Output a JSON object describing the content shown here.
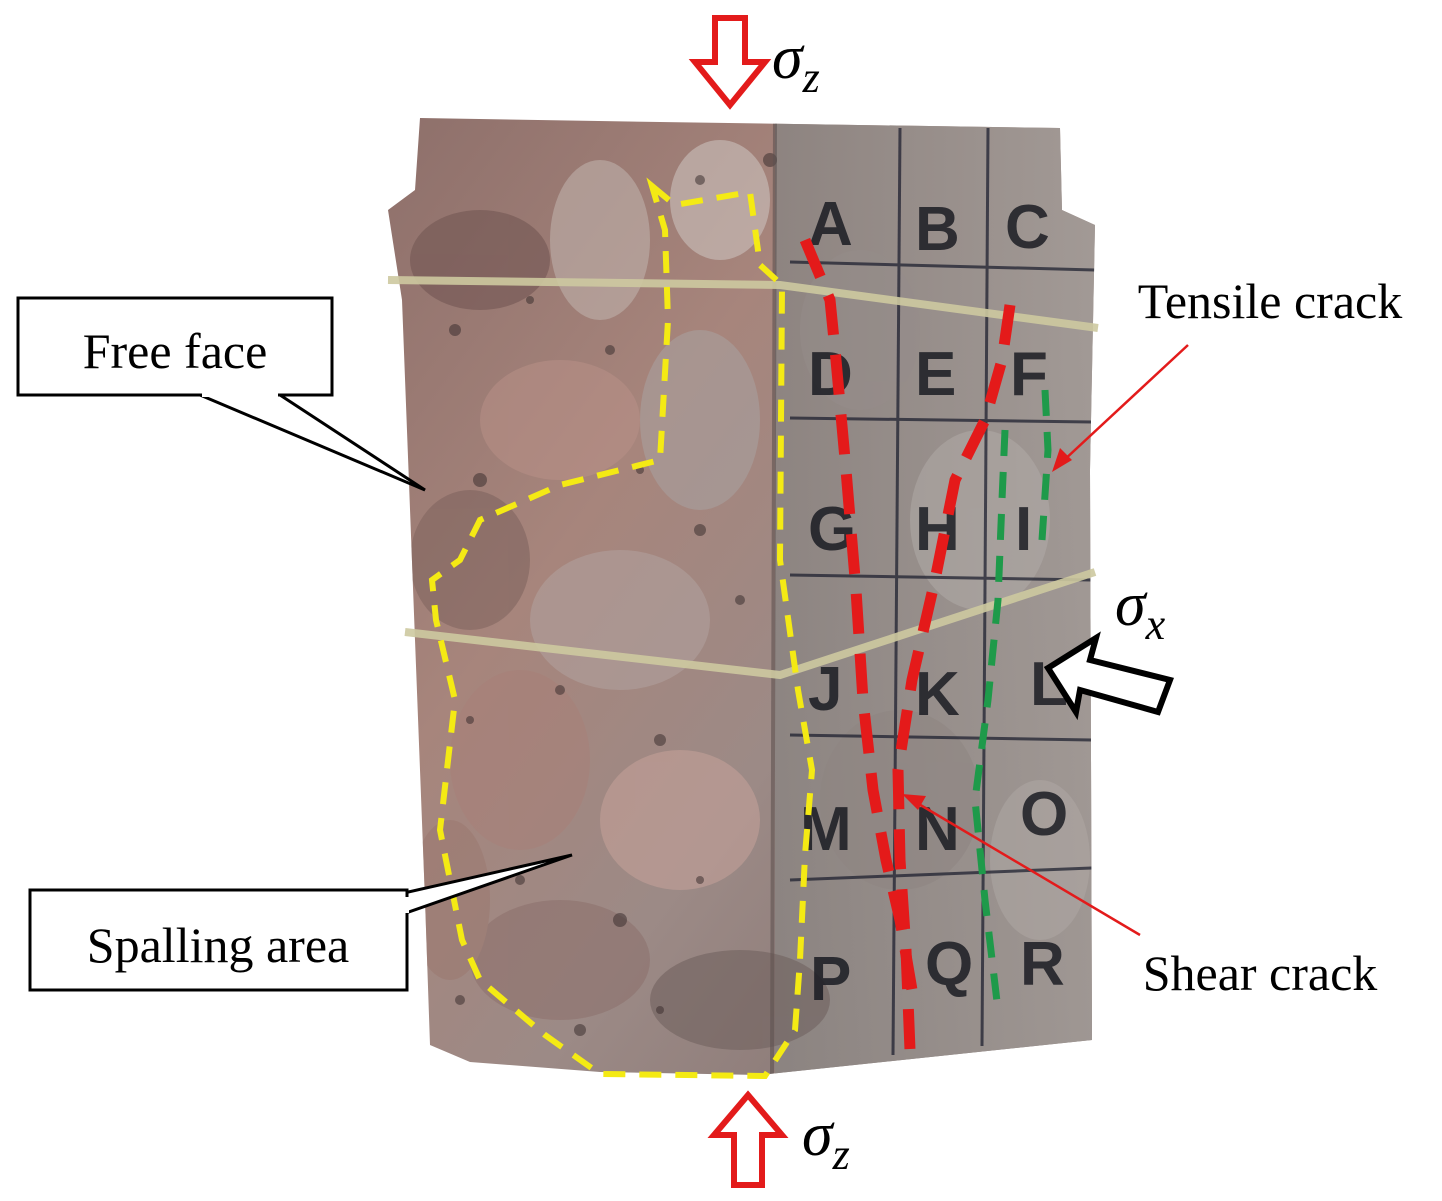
{
  "labels": {
    "free_face": "Free face",
    "spalling_area": "Spalling area",
    "tensile_crack": "Tensile crack",
    "shear_crack": "Shear crack"
  },
  "stress": {
    "symbol": "σ",
    "top_sub": "z",
    "bottom_sub": "z",
    "lateral_sub": "x"
  },
  "grid_letters": [
    "A",
    "B",
    "C",
    "D",
    "E",
    "F",
    "G",
    "H",
    "I",
    "J",
    "K",
    "L",
    "M",
    "N",
    "O",
    "P",
    "Q",
    "R"
  ],
  "colors": {
    "compression_arrow": "#e31b1b",
    "lateral_arrow": "#000000",
    "spalling_outline": "#f2ea18",
    "shear_crack": "#e41a1a",
    "tensile_crack": "#1e9a4a",
    "leader_red": "#e31b1b",
    "rock_base": "#9b7f78"
  },
  "icons": {
    "compression_arrow": "hollow-arrow-icon",
    "lateral_arrow": "hollow-arrow-icon"
  }
}
